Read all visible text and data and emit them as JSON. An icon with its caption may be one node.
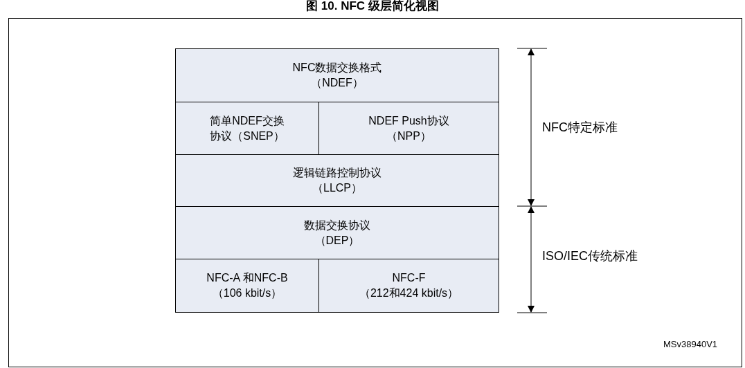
{
  "diagram": {
    "title": "图 10. NFC 级层简化视图",
    "nodes": [
      {
        "text": [
          "NFC数据交换格式",
          "（NDEF）"
        ]
      },
      {
        "text": [
          "简单NDEF交换协议（SNEP）"
        ]
      },
      {
        "text": [
          "NDEF Push协议",
          "（NPP）"
        ]
      },
      {
        "text": [
          "逻辑链路控制协议",
          "（LLCP）"
        ]
      },
      {
        "text": [
          "数据交换协议",
          "（DEP）"
        ]
      },
      {
        "text": [
          "NFC-A 和NFC-B",
          "（106 kbit/s）"
        ]
      },
      {
        "text": [
          "NFC-F",
          "（212和424 kbit/s）"
        ]
      }
    ],
    "labels": [
      "NFC特定标准",
      "ISO/IEC传统标准",
      "MSv38940V1"
    ]
  }
}
